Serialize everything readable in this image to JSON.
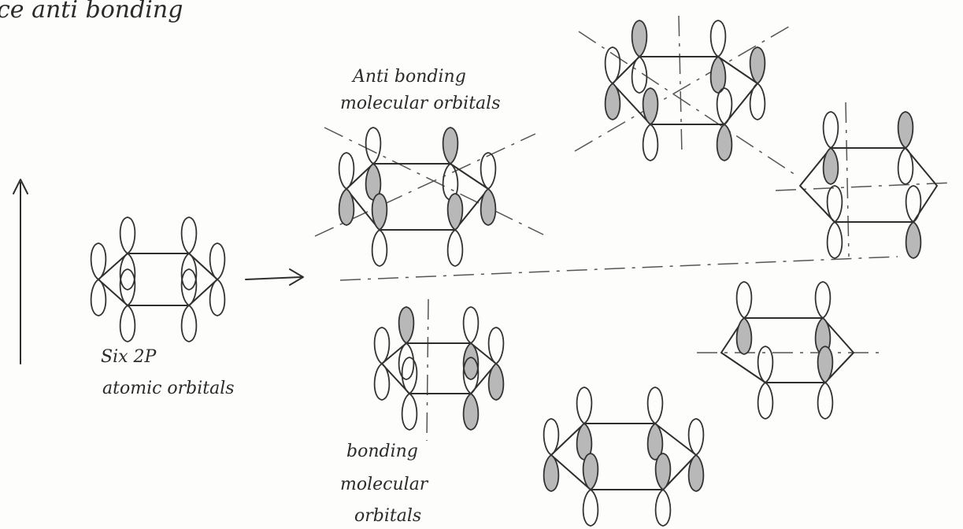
{
  "labels": {
    "top_left": "ce   anti bonding",
    "atomic_line1": "Six  2P",
    "atomic_line2": "atomic orbitals",
    "anti_line1": "Anti bonding",
    "anti_line2": "molecular orbitals",
    "bond_line1": "bonding",
    "bond_line2": "molecular",
    "bond_line3": "orbitals"
  },
  "colors": {
    "ink": "#2e2e2e",
    "shade": "#b8b8b8",
    "paper": "#fdfdfb"
  }
}
